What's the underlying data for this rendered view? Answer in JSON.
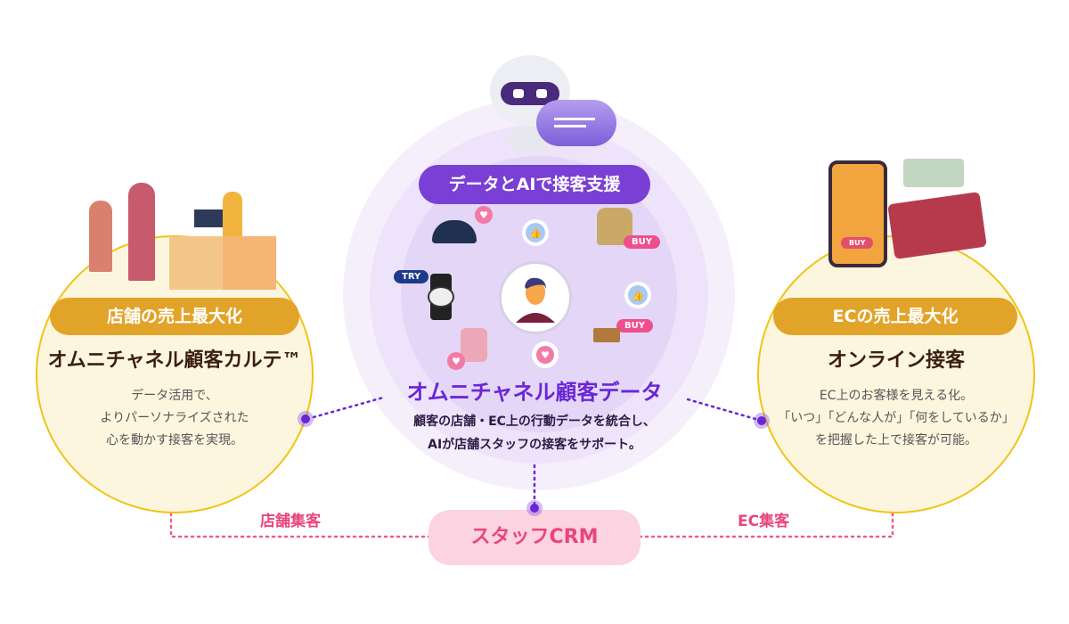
{
  "left": {
    "badge": "店舗の売上最大化",
    "title": "オムニチャネル顧客カルテ™",
    "desc": [
      "データ活用で、",
      "よりパーソナライズされた",
      "心を動かす接客を実現。"
    ]
  },
  "right": {
    "badge": "ECの売上最大化",
    "title": "オンライン接客",
    "desc": [
      "EC上のお客様を見える化。",
      "「いつ」「どんな人が」「何をしているか」",
      "を把握した上で接客が可能。"
    ],
    "phone_buy": "BUY"
  },
  "center": {
    "badge": "データとAIで接客支援",
    "title": "オムニチャネル顧客データ",
    "desc": [
      "顧客の店舗・EC上の行動データを統合し、",
      "AIが店舗スタッフの接客をサポート。"
    ],
    "tags": {
      "try": "TRY",
      "buy1": "BUY",
      "buy2": "BUY"
    }
  },
  "bottom": {
    "crm": "スタッフCRM",
    "left_label": "店舗集客",
    "right_label": "EC集客"
  },
  "colors": {
    "purple": "#6a26d6",
    "gold": "#e2a329",
    "pink": "#e8457e",
    "circle_fill": "#fdf6df",
    "circle_border": "#f2c316"
  }
}
